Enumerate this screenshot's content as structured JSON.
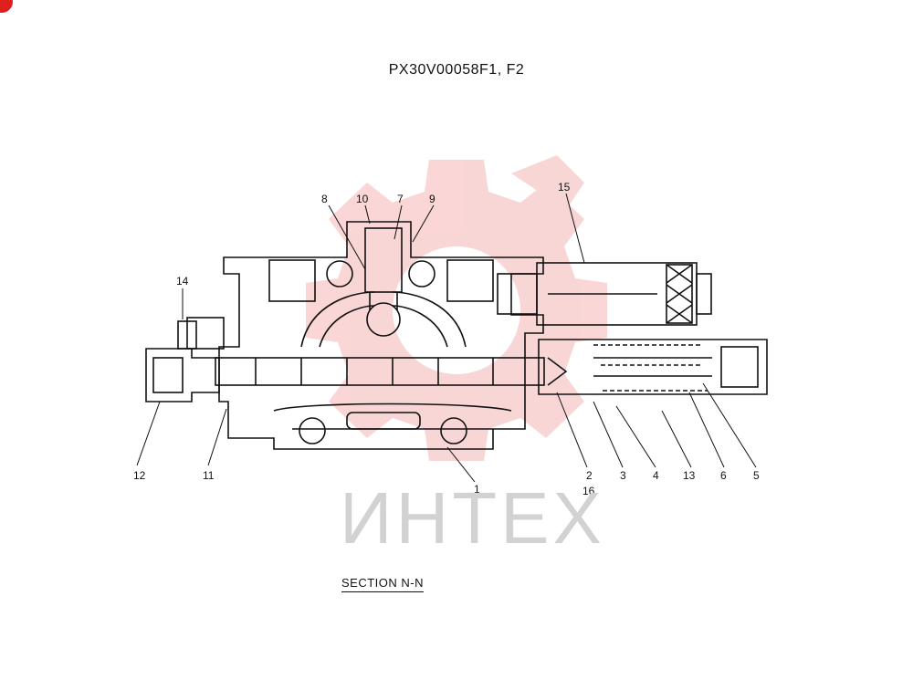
{
  "drawing": {
    "title": "PX30V00058F1, F2",
    "section_label": "SECTION N-N",
    "watermark_text": "ИНТЕХ"
  },
  "callouts": {
    "c1": "1",
    "c2": "2",
    "c3": "3",
    "c4": "4",
    "c5": "5",
    "c6": "6",
    "c7": "7",
    "c8": "8",
    "c9": "9",
    "c10": "10",
    "c11": "11",
    "c12": "12",
    "c13": "13",
    "c14": "14",
    "c15": "15",
    "c16": "16"
  },
  "colors": {
    "line": "#111111",
    "watermark_logo": "#f5b5b5",
    "watermark_text": "#d2d2d2",
    "corner_mark": "#e0201e"
  }
}
